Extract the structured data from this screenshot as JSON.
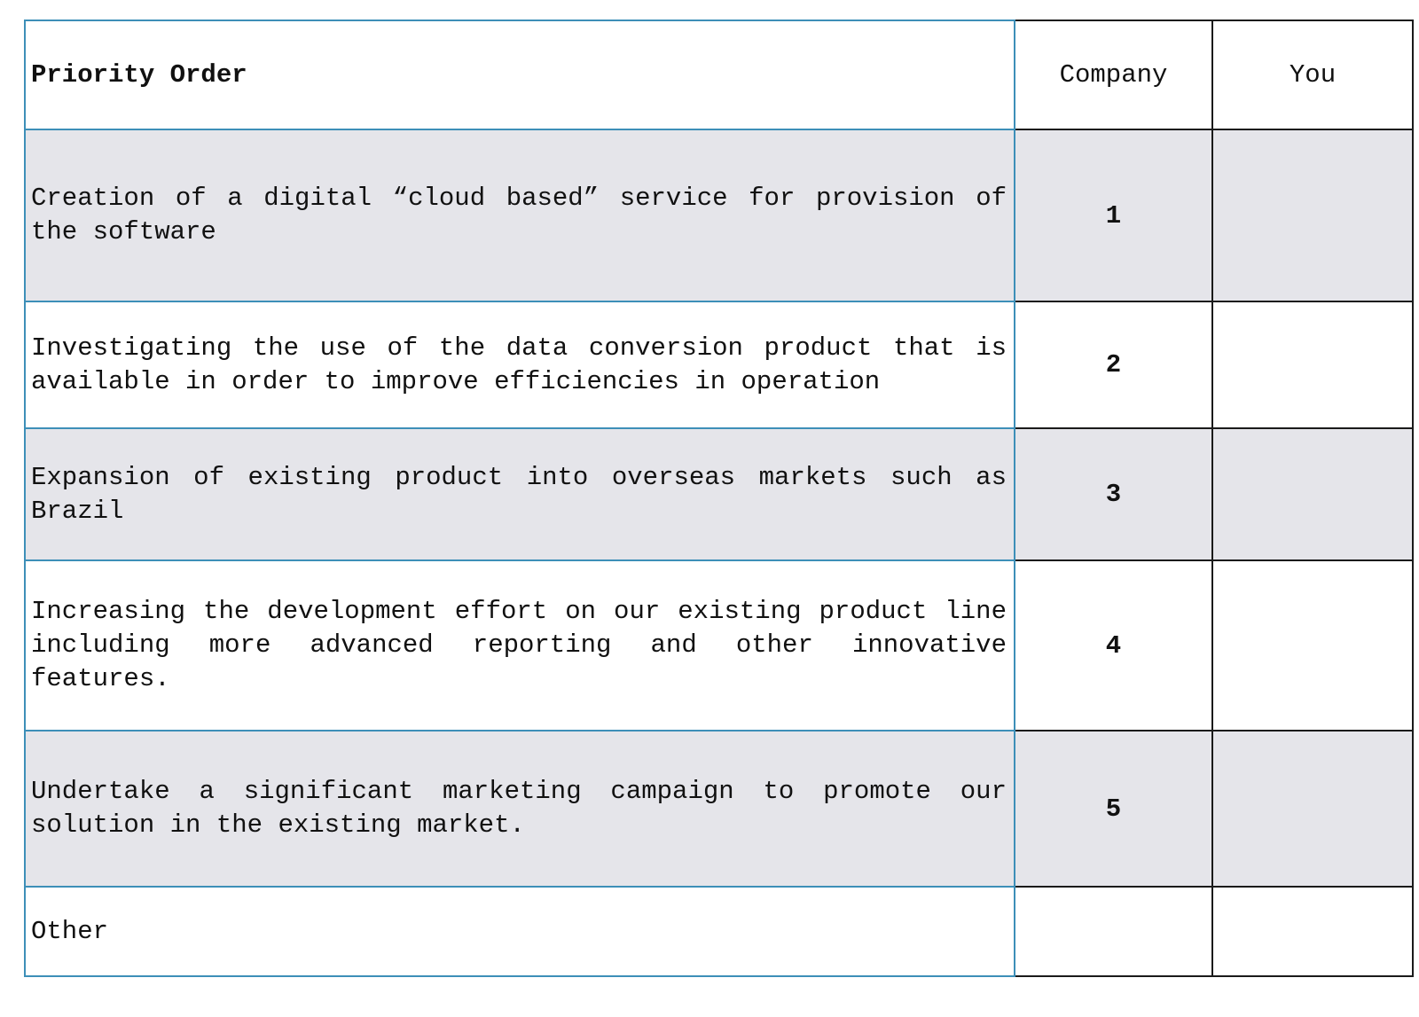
{
  "header": {
    "title": "Priority Order",
    "col_company": "Company",
    "col_you": "You"
  },
  "rows": [
    {
      "description": "Creation of a digital “cloud based” service for provision of the software",
      "company": "1",
      "you": ""
    },
    {
      "description": "Investigating the use of the data conversion product that is available in order to improve efficiencies in operation",
      "company": "2",
      "you": ""
    },
    {
      "description": "Expansion of existing product into overseas markets such as Brazil",
      "company": "3",
      "you": ""
    },
    {
      "description": "Increasing the development effort on our existing product line including more advanced reporting and other innovative features.",
      "company": "4",
      "you": ""
    },
    {
      "description": "Undertake a significant marketing campaign to promote our solution in the existing market.",
      "company": "5",
      "you": ""
    },
    {
      "description": "Other",
      "company": "",
      "you": ""
    }
  ],
  "colors": {
    "row_shade": "#e5e5ea",
    "desc_border": "#3d8fb8",
    "rank_border": "#1a1a1a"
  }
}
